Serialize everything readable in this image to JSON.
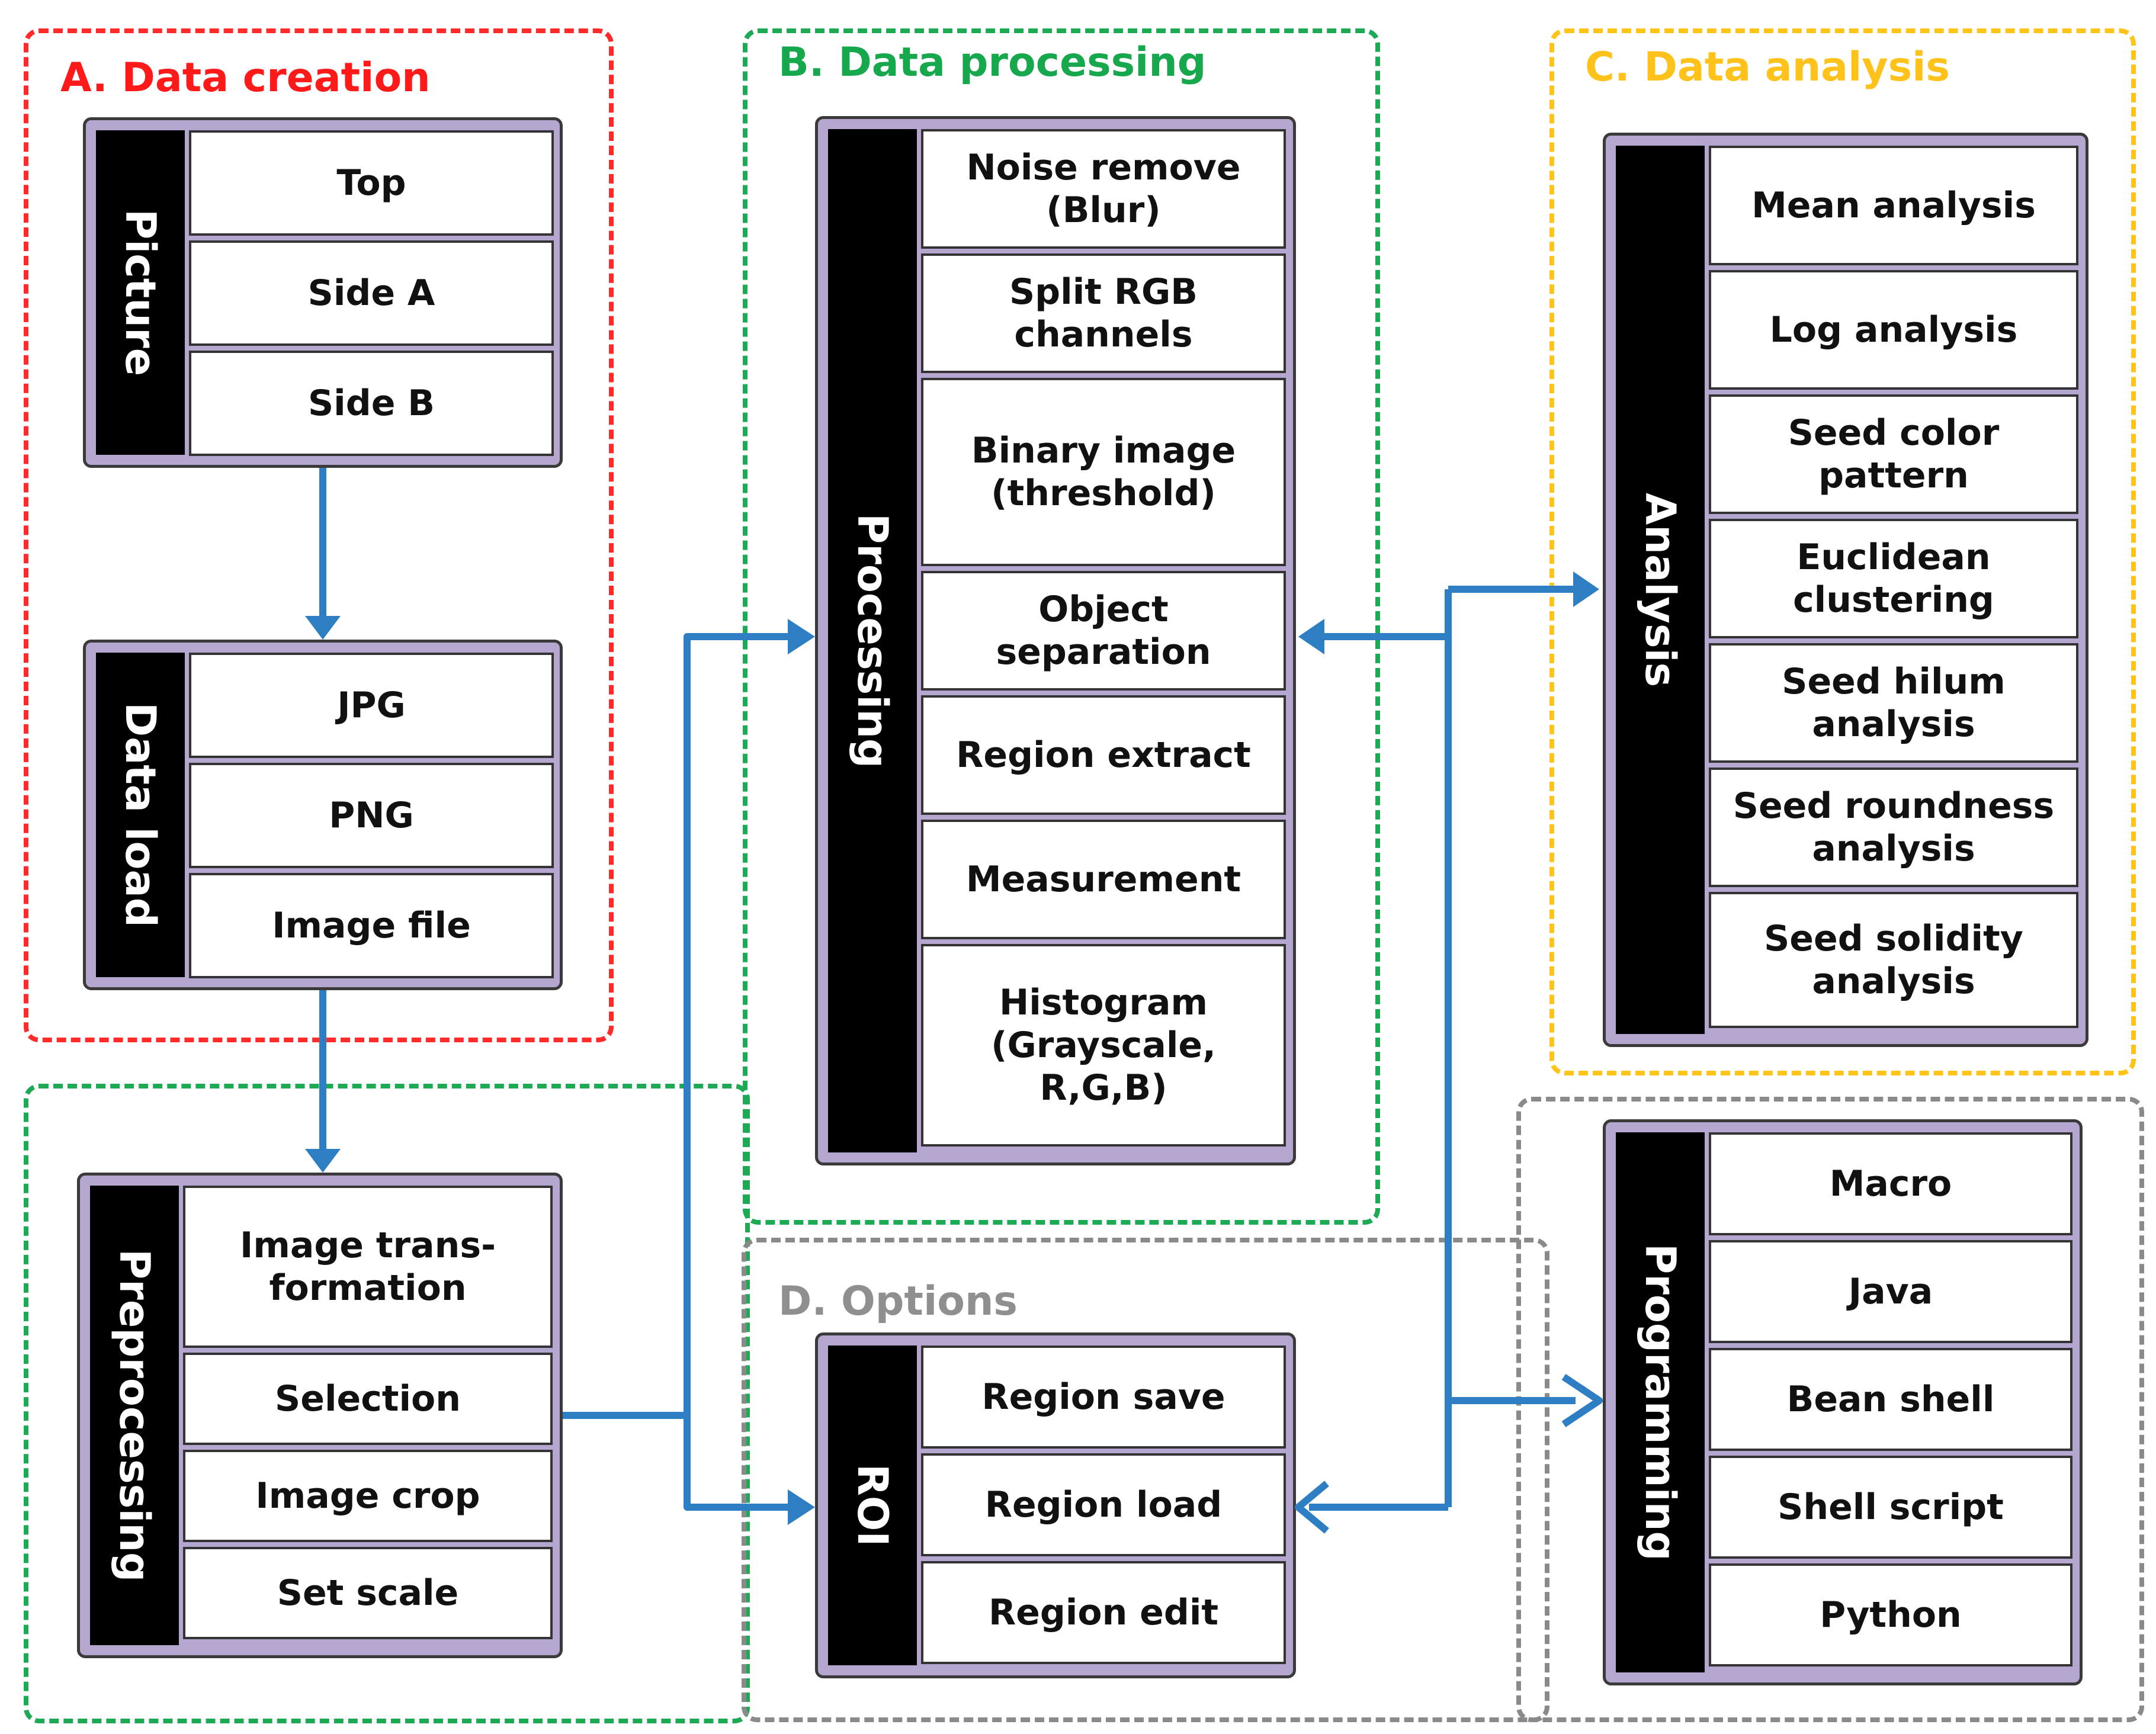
{
  "sections": {
    "creation": {
      "title": "A.  Data creation",
      "color": "#ff2a2a"
    },
    "processing": {
      "title": "B.  Data processing",
      "color": "#1eaa55"
    },
    "analysis": {
      "title": "C.  Data analysis",
      "color": "#ffc41a"
    },
    "options": {
      "title": "D.  Options",
      "color": "#8a8a8a"
    }
  },
  "groups": {
    "picture": {
      "label": "Picture",
      "items": [
        "Top",
        "Side A",
        "Side B"
      ]
    },
    "dataload": {
      "label": "Data load",
      "items": [
        "JPG",
        "PNG",
        "Image file"
      ]
    },
    "preprocessing": {
      "label": "Preprocessing",
      "items": [
        "Image trans-\nformation",
        "Selection",
        "Image crop",
        "Set scale"
      ]
    },
    "processing": {
      "label": "Processing",
      "items": [
        "Noise remove\n(Blur)",
        "Split RGB\nchannels",
        "Binary image\n(threshold)",
        "Object\nseparation",
        "Region extract",
        "Measurement",
        "Histogram\n(Grayscale,\nR,G,B)"
      ]
    },
    "roi": {
      "label": "ROI",
      "items": [
        "Region save",
        "Region load",
        "Region edit"
      ]
    },
    "analysis": {
      "label": "Analysis",
      "items": [
        "Mean analysis",
        "Log analysis",
        "Seed color\npattern",
        "Euclidean\nclustering",
        "Seed hilum\nanalysis",
        "Seed roundness\nanalysis",
        "Seed solidity\nanalysis"
      ]
    },
    "programming": {
      "label": "Programming",
      "items": [
        "Macro",
        "Java",
        "Bean shell",
        "Shell script",
        "Python"
      ]
    }
  },
  "colors": {
    "arrow": "#2e7ec4",
    "group_fill": "#b5a6cf",
    "label_bar": "#000000"
  }
}
